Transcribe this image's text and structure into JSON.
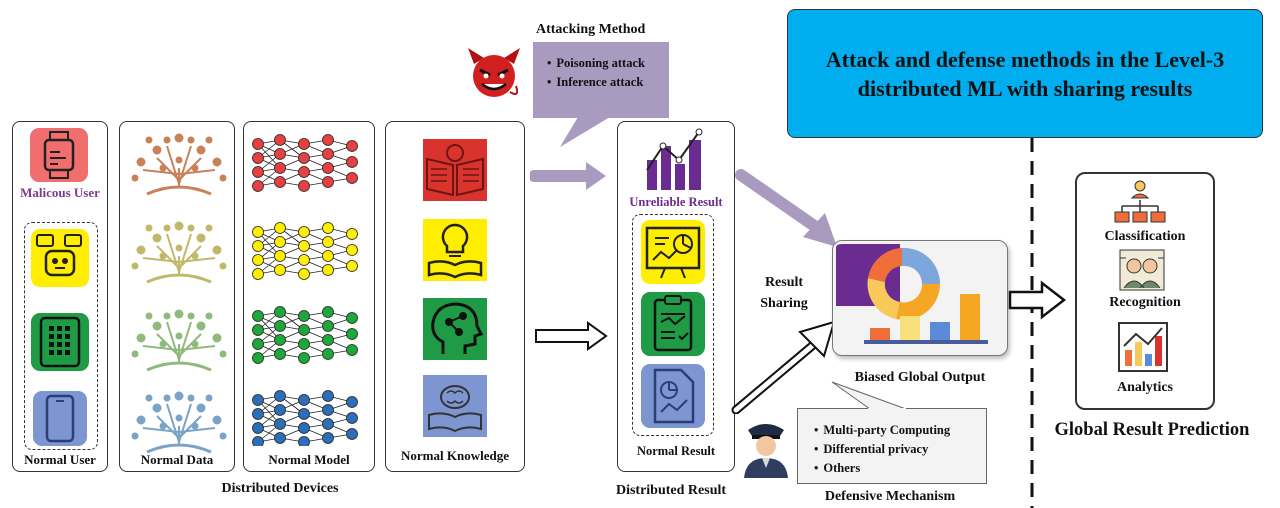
{
  "title_box": {
    "line1": "Attack and defense methods in the Level-3",
    "line2": "distributed ML with sharing results",
    "color": "#00aeef"
  },
  "attack": {
    "heading": "Attacking Method",
    "items": [
      "Poisoning attack",
      "Inference attack"
    ],
    "color": "#a99bc0"
  },
  "devices": {
    "malicious_label": "Malicous User",
    "normal_user_label": "Normal User",
    "normal_data_label": "Normal Data",
    "normal_model_label": "Normal Model",
    "normal_knowledge_label": "Normal Knowledge",
    "group_label": "Distributed Devices"
  },
  "results": {
    "unreliable_label": "Unreliable Result",
    "normal_label": "Normal Result",
    "group_label": "Distributed Result"
  },
  "sharing": {
    "line1": "Result",
    "line2": "Sharing"
  },
  "global": {
    "label": "Biased Global Output"
  },
  "defense": {
    "items": [
      "Multi-party Computing",
      "Differential privacy",
      "Others"
    ],
    "label": "Defensive Mechanism"
  },
  "prediction": {
    "items": [
      "Classification",
      "Recognition",
      "Analytics"
    ],
    "label": "Global Result Prediction"
  },
  "colors": {
    "red": "#e84040",
    "yellow": "#ffee00",
    "green": "#1fa83a",
    "blue": "#2c6fb8",
    "purple": "#6a2c91",
    "arrow": "#a99bc0"
  }
}
